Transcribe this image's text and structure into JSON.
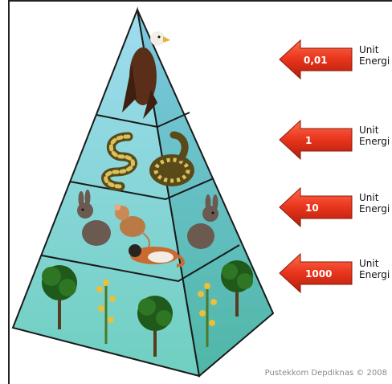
{
  "levels": [
    {
      "energy": "0,01",
      "unit_line1": "Unit",
      "unit_line2": "Energi",
      "organism": "eagle"
    },
    {
      "energy": "1",
      "unit_line1": "Unit",
      "unit_line2": "Energi",
      "organism": "snake"
    },
    {
      "energy": "10",
      "unit_line1": "Unit",
      "unit_line2": "Energi",
      "organism": "rabbit-mouse-cat"
    },
    {
      "energy": "1000",
      "unit_line1": "Unit",
      "unit_line2": "Energi",
      "organism": "plants"
    }
  ],
  "credit": "Pustekkom Depdiknas © 2008",
  "colors": {
    "arrow": "#e8341c",
    "arrow_dark": "#b01e0c",
    "pyramid_top": "#8fd3ea",
    "pyramid_bottom": "#5fc3b0",
    "edge": "#1a1a1a"
  }
}
